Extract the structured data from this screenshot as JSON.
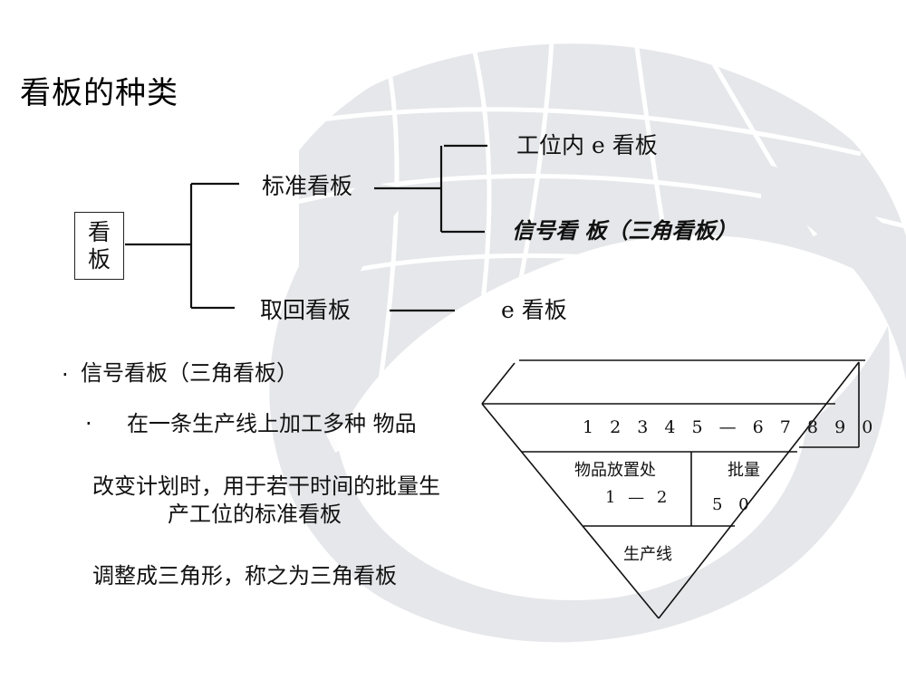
{
  "slide": {
    "title": "看板的种类",
    "background_logo": "globe-swoosh-watermark",
    "colors": {
      "text": "#111111",
      "line": "#111111",
      "watermark": "#e6e7ea"
    }
  },
  "tree": {
    "root": {
      "line1": "看",
      "line2": "板"
    },
    "branches": [
      {
        "label": "标准看板",
        "children": [
          {
            "label": "工位内 e 看板",
            "style": "normal"
          },
          {
            "label": "信号看 板（三角看板）",
            "style": "bold-italic"
          }
        ]
      },
      {
        "label": "取回看板",
        "children": [
          {
            "label": "e 看板",
            "style": "normal"
          }
        ]
      }
    ]
  },
  "notes": {
    "heading_bullet": "·",
    "heading": "信号看板（三角看板）",
    "sub_bullet": "·",
    "sub_item": "在一条生产线上加工多种 物品",
    "paragraph1_line1": "改变计划时，用于若干时间的批量生",
    "paragraph1_line2": "产工位的标准看板",
    "paragraph2": "调整成三角形，称之为三角看板"
  },
  "triangle_kanban": {
    "part_number": "1 2 3 4 5 — 6 7 8 9 0",
    "location_label": "物品放置处",
    "location_value": "1 — 2",
    "lot_label": "批量",
    "lot_value": "5 0",
    "line_label": "生产线"
  }
}
